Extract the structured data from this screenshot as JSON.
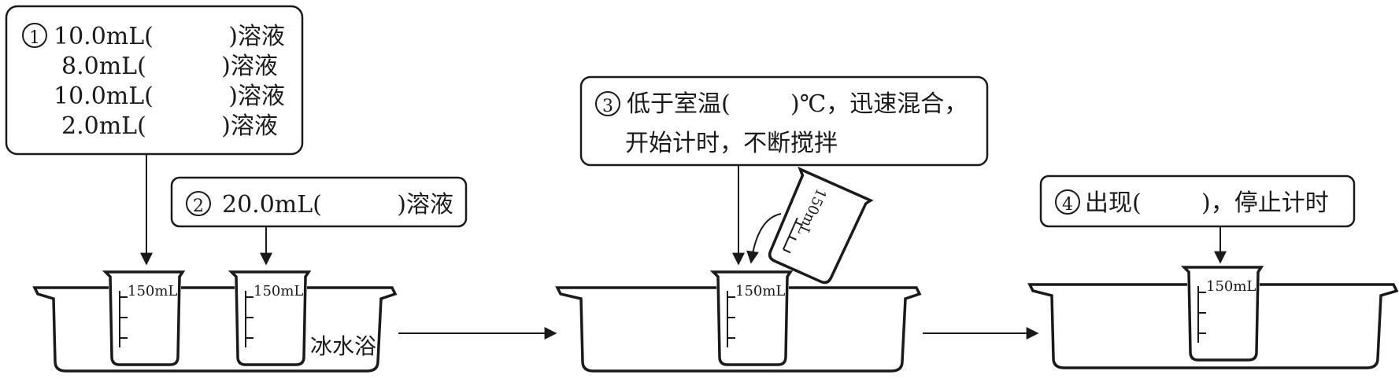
{
  "steps": {
    "step1": {
      "marker": "1",
      "lines": [
        "10.0mL(          )溶液",
        "8.0mL(          )溶液",
        "10.0mL(          )溶液",
        "2.0mL(          )溶液"
      ]
    },
    "step2": {
      "marker": "2",
      "text": "20.0mL(          )溶液"
    },
    "step3": {
      "marker": "3",
      "line1": "低于室温(        )℃，迅速混合，",
      "line2": "开始计时，不断搅拌"
    },
    "step4": {
      "marker": "4",
      "text": "出现(        )，停止计时"
    }
  },
  "beaker_label": "150mL",
  "bath_label": "冰水浴"
}
